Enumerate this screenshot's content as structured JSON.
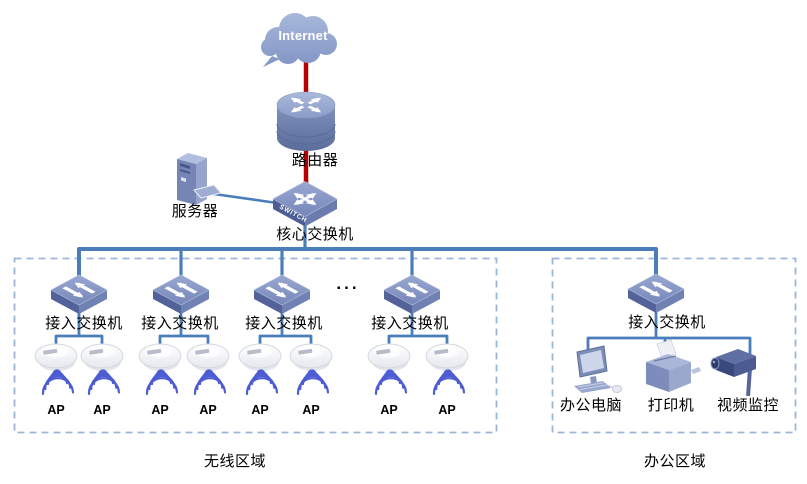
{
  "internet": {
    "label": "Internet"
  },
  "router": {
    "label": "路由器"
  },
  "server": {
    "label": "服务器"
  },
  "core_switch": {
    "label": "核心交换机",
    "chassis_text": "SWITCH"
  },
  "wireless": {
    "zone_label": "无线区域",
    "ellipsis": "...",
    "switch_labels": [
      "接入交换机",
      "接入交换机",
      "接入交换机",
      "接入交换机"
    ],
    "ap_labels": [
      "AP",
      "AP",
      "AP",
      "AP",
      "AP",
      "AP",
      "AP",
      "AP"
    ]
  },
  "office": {
    "zone_label": "办公区域",
    "switch_label": "接入交换机",
    "device_labels": [
      "办公电脑",
      "打印机",
      "视频监控"
    ]
  },
  "icons": {
    "internet": "cloud-icon",
    "router": "router-cylinder-icon",
    "core_switch": "switch-3d-icon",
    "access_switch": "switch-3d-icon",
    "ap": "wireless-ap-dome-icon",
    "ap_signal": "wifi-waves-icon",
    "server": "server-tower-icon",
    "pc": "desktop-computer-icon",
    "printer": "printer-icon",
    "camera": "cctv-camera-icon"
  },
  "colors": {
    "link_blue": "#4a7ebb",
    "wan_red": "#b40000",
    "zone_border": "#9cb6da",
    "wifi_blue": "#4d5cd2",
    "icon_blue_top": "#8494c4",
    "icon_blue_dark": "#53639a"
  }
}
